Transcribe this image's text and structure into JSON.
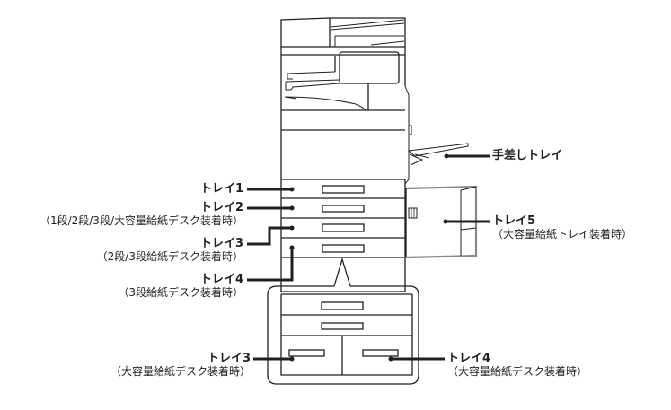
{
  "title": "給紙トレイの名称",
  "labels": {
    "manual_tray": {
      "name": "手差しトレイ"
    },
    "tray1": {
      "name": "トレイ1"
    },
    "tray2": {
      "name": "トレイ2",
      "note": "（1段/2段/3段/大容量給紙デスク装着時）"
    },
    "tray3": {
      "name": "トレイ3",
      "note": "（2段/3段給紙デスク装着時）"
    },
    "tray4": {
      "name": "トレイ4",
      "note": "（3段給紙デスク装着時）"
    },
    "tray5": {
      "name": "トレイ5",
      "note": "（大容量給紙トレイ装着時）"
    },
    "tray3_lcc": {
      "name": "トレイ3",
      "note": "（大容量給紙デスク装着時）"
    },
    "tray4_lcc": {
      "name": "トレイ4",
      "note": "（大容量給紙デスク装着時）"
    }
  }
}
